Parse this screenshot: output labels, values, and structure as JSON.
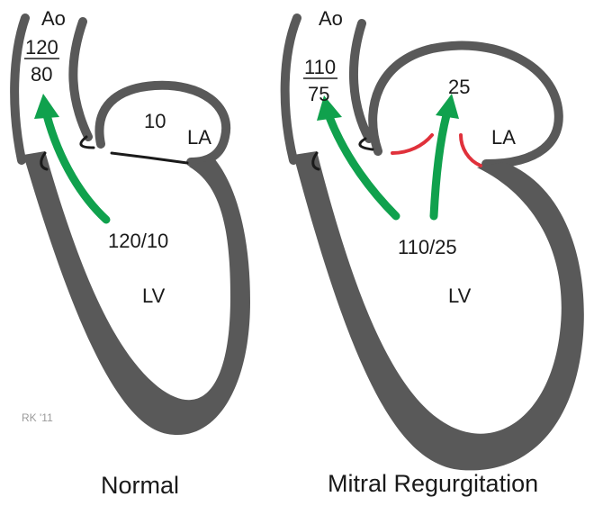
{
  "normal": {
    "ao_label": "Ao",
    "aortic_pressure_systolic": "120",
    "aortic_pressure_diastolic": "80",
    "la_pressure": "10",
    "la_label": "LA",
    "lv_pressure": "120/10",
    "lv_label": "LV",
    "caption": "Normal"
  },
  "regurgitation": {
    "ao_label": "Ao",
    "aortic_pressure_systolic": "110",
    "aortic_pressure_diastolic": "75",
    "la_pressure": "25",
    "la_label": "LA",
    "lv_pressure": "110/25",
    "lv_label": "LV",
    "caption": "Mitral Regurgitation"
  },
  "signature": "RK '11",
  "colors": {
    "tissue": "#595959",
    "flow": "#10a14d",
    "regurgitant_leaflet": "#e0313b",
    "valve": "#1a1a1a"
  }
}
